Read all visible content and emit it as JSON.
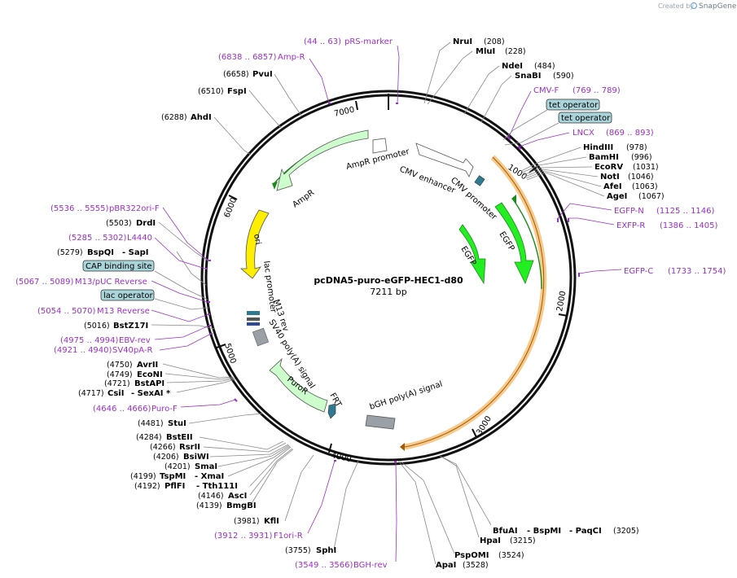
{
  "branding": {
    "created_by": "Created by",
    "app": "SnapGene"
  },
  "plasmid": {
    "name": "pcDNA5-puro-eGFP-HEC1-d80",
    "length": "7211 bp"
  },
  "ticks": [
    "1000",
    "2000",
    "3000",
    "4000",
    "5000",
    "6000",
    "7000"
  ],
  "enzymes": {
    "nrui": "NruI",
    "nrui_pos": "(208)",
    "mlui": "MluI",
    "mlui_pos": "(228)",
    "ndei": "NdeI",
    "ndei_pos": "(484)",
    "snabi": "SnaBI",
    "snabi_pos": "(590)",
    "hindiii": "HindIII",
    "hindiii_pos": "(978)",
    "bamhi": "BamHI",
    "bamhi_pos": "(996)",
    "ecorv": "EcoRV",
    "ecorv_pos": "(1031)",
    "noti": "NotI",
    "noti_pos": "(1046)",
    "afei": "AfeI",
    "afei_pos": "(1063)",
    "agei": "AgeI",
    "agei_pos": "(1067)",
    "bfuai": "BfuAI",
    "bspmi": "- BspMI",
    "paqci": "- PaqCI",
    "bfuai_pos": "(3205)",
    "hpai": "HpaI",
    "hpai_pos": "(3215)",
    "pspomi": "PspOMI",
    "pspomi_pos": "(3524)",
    "apai": "ApaI",
    "apai_pos": "(3528)",
    "sphi": "SphI",
    "sphi_pos": "(3755)",
    "kfli": "KflI",
    "kfli_pos": "(3981)",
    "bmgbi": "BmgBI",
    "bmgbi_pos": "(4139)",
    "asci": "AscI",
    "asci_pos": "(4146)",
    "pflfi": "PflFI",
    "tth111i": "- Tth111I",
    "pflfi_pos": "(4192)",
    "tspmi": "TspMI",
    "xmai": "- XmaI",
    "tspmi_pos": "(4199)",
    "smai": "SmaI",
    "smai_pos": "(4201)",
    "bsiwi": "BsiWI",
    "bsiwi_pos": "(4206)",
    "rsrii": "RsrII",
    "rsrii_pos": "(4266)",
    "bsteii": "BstEII",
    "bsteii_pos": "(4284)",
    "stui": "StuI",
    "stui_pos": "(4481)",
    "csii": "CsiI",
    "sexai": "- SexAI *",
    "csii_pos": "(4717)",
    "bstapi": "BstAPI",
    "bstapi_pos": "(4721)",
    "econi": "EcoNI",
    "econi_pos": "(4749)",
    "avrii": "AvrII",
    "avrii_pos": "(4750)",
    "bstz17i": "BstZ17I",
    "bstz17i_pos": "(5016)",
    "bspqi": "BspQI",
    "sapi": "- SapI",
    "bspqi_pos": "(5279)",
    "drdi": "DrdI",
    "drdi_pos": "(5503)",
    "ahdi": "AhdI",
    "ahdi_pos": "(6288)",
    "fspi": "FspI",
    "fspi_pos": "(6510)",
    "pvui": "PvuI",
    "pvui_pos": "(6658)"
  },
  "primers": {
    "prs": "pRS-marker",
    "prs_pos": "(44 .. 63)",
    "ampr": "Amp-R",
    "ampr_pos": "(6838 .. 6857)",
    "cmvf": "CMV-F",
    "cmvf_pos": "(769 .. 789)",
    "lncx": "LNCX",
    "lncx_pos": "(869 .. 893)",
    "egfpn": "EGFP-N",
    "egfpn_pos": "(1125 .. 1146)",
    "exfpr": "EXFP-R",
    "exfpr_pos": "(1386 .. 1405)",
    "egfpc": "EGFP-C",
    "egfpc_pos": "(1733 .. 1754)",
    "bghrev": "BGH-rev",
    "bghrev_pos": "(3549 .. 3566)",
    "f1ori": "F1ori-R",
    "f1ori_pos": "(3912 .. 3931)",
    "purof": "Puro-F",
    "purof_pos": "(4646 .. 4666)",
    "sv40": "SV40pA-R",
    "sv40_pos": "(4921 .. 4940)",
    "ebv": "EBV-rev",
    "ebv_pos": "(4975 .. 4994)",
    "m13rev": "M13 Reverse",
    "m13rev_pos": "(5054 .. 5070)",
    "m13puc": "M13/pUC Reverse",
    "m13puc_pos": "(5067 .. 5089)",
    "l4440": "L4440",
    "l4440_pos": "(5285 .. 5302)",
    "pbr": "pBR322ori-F",
    "pbr_pos": "(5536 .. 5555)"
  },
  "boxed": {
    "tet1": "tet operator",
    "tet2": "tet operator",
    "cap": "CAP binding site",
    "lacop": "lac operator"
  },
  "features": {
    "ampr_promoter": "AmpR promoter",
    "cmv_enhancer": "CMV enhancer",
    "cmv_promoter": "CMV promoter",
    "ampr": "AmpR",
    "ori": "ori",
    "egfp1": "EGFP",
    "egfp2": "EGFP",
    "lac_promoter": "lac promoter",
    "m13rev": "M13 rev",
    "sv40": "SV40 poly(A) signal",
    "puror": "PuroR",
    "frt": "FRT",
    "bgh": "bGH poly(A) signal"
  },
  "colors": {
    "primer": "#9b2fc9",
    "backbone": "#111111",
    "egfp": "#22ee22",
    "ampr_fill": "#ccffcc",
    "ori": "#ffee00",
    "orf_orange": "#f4b25a",
    "polyA": "#9aa0a6",
    "box_fill": "#a9d4d9"
  }
}
